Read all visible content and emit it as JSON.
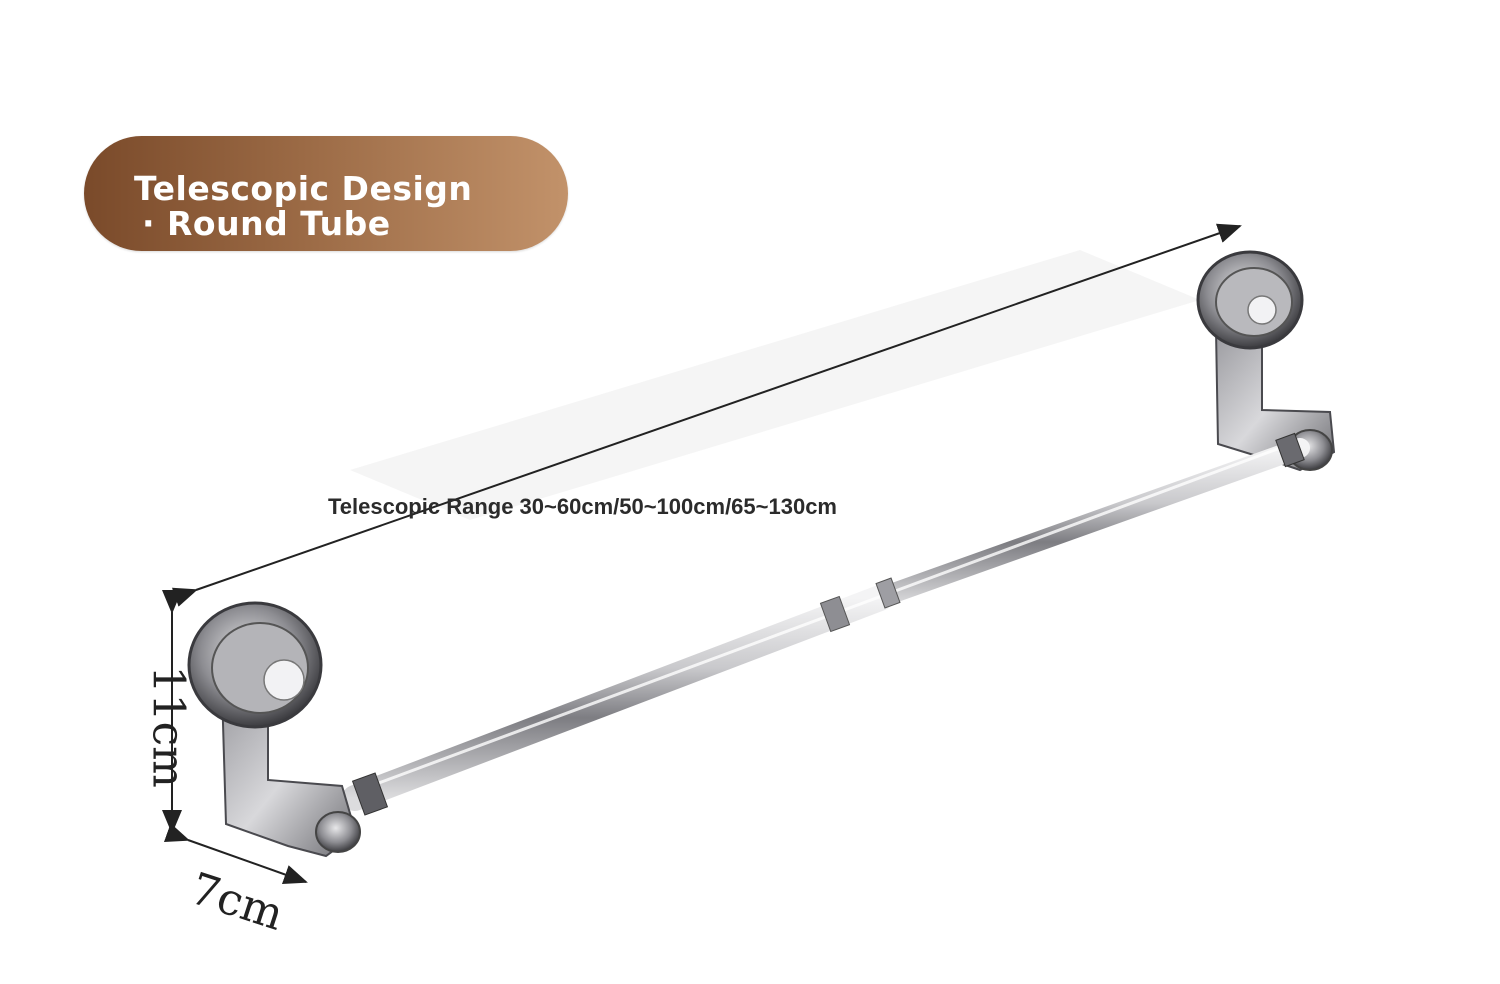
{
  "badge": {
    "line1": "Telescopic Design",
    "line2": "· Round Tube"
  },
  "range_label": "Telescopic Range 30~60cm/50~100cm/65~130cm",
  "dimensions": {
    "height": "11cm",
    "depth": "7cm"
  },
  "colors": {
    "badge_start": "#7a4a2a",
    "badge_end": "#c2926a",
    "metal": "#a9a9ad"
  }
}
